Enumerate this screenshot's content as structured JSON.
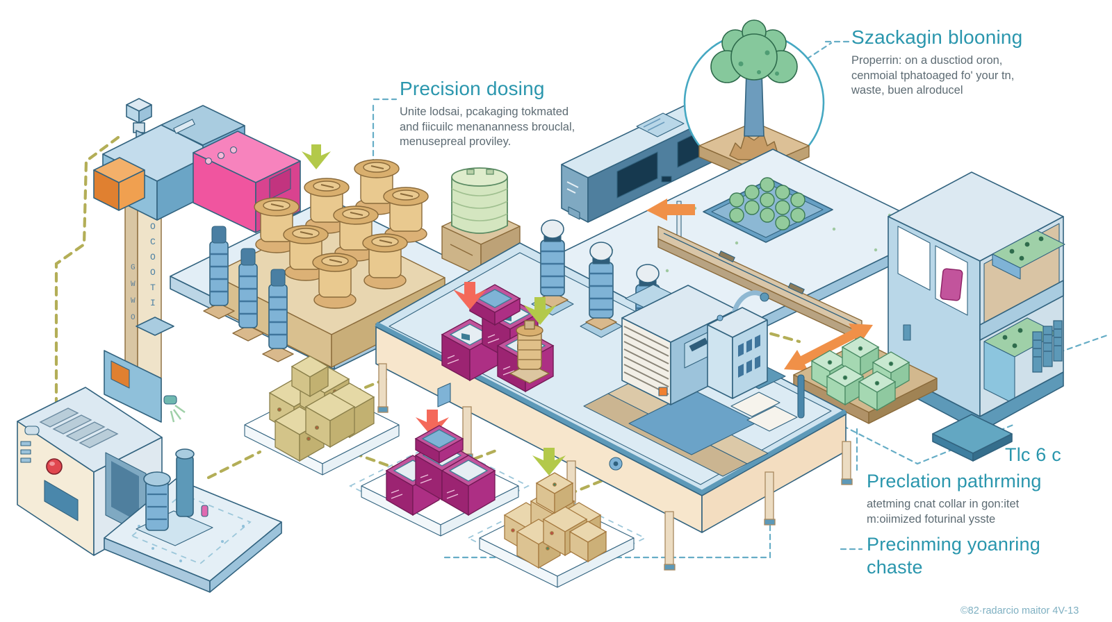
{
  "annotations": {
    "precision_dosing": {
      "title": "Precision dosing",
      "line1": "Unite lodsai, pcakaging tokmated",
      "line2": "and fiicuilc menananness brouclal,",
      "line3": "menusepreal proviley."
    },
    "packaging_blooming": {
      "title": "Szackagin blooning",
      "line1": "Properrin: on a dusctiod oron,",
      "line2": "cenmoial tphatoaged fo' your tn,",
      "line3": "waste, buen alroducel"
    },
    "tlc_note": {
      "title": "Tlc 6 c"
    },
    "preclation_pathrming": {
      "title": "Preclation pathrming",
      "line1": "atetming cnat collar in gon:itet",
      "line2": "m:oiimized foturinal ysste"
    },
    "precinming": {
      "title_line1": "Precinming yoanring",
      "title_line2": "chaste"
    },
    "footer_credit": "©82·radarcio maitor 4V-13"
  },
  "scene": {
    "column_letters_right": [
      "O",
      "C",
      "O",
      "O",
      "T",
      "I"
    ],
    "column_letters_left": [
      "G",
      "W",
      "W",
      "O"
    ]
  },
  "colors": {
    "heading_teal": "#2a96ad",
    "body_gray": "#5d6b73",
    "outline_blue": "#32637f",
    "platform_top": "#e2eef6",
    "platform_side": "#aac9de",
    "table_top": "#cfe4f0",
    "table_apron_cream": "#f7e6cc",
    "magenta_box": "#9c2472",
    "pink_machine": "#f0559f",
    "orange_accent": "#f09048",
    "red_arrow": "#f4695a",
    "green_arrow": "#b3c94a",
    "olive_dash": "#b3ae57",
    "teal_dash": "#66adc6",
    "jar_tan": "#e9c98f",
    "tree_green": "#86c89c",
    "mint_green": "#a5d8b2",
    "dark_machine_blue": "#4f7f9e",
    "canister_green": "#d4e6c0"
  }
}
